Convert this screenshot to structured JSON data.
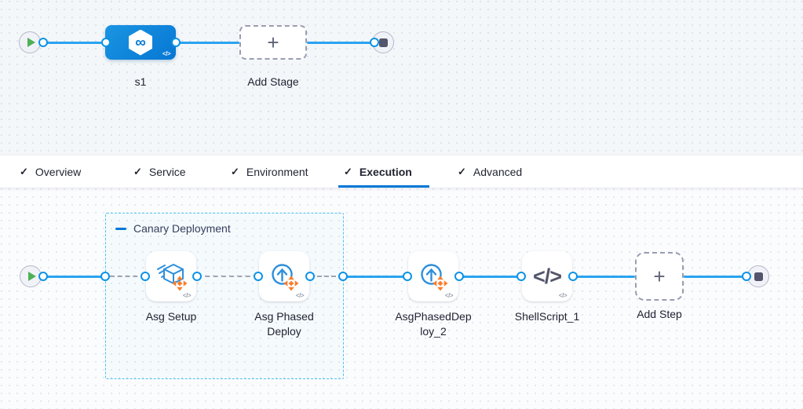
{
  "icons": {
    "plus": "+",
    "check": "✓",
    "infinity": "∞",
    "code": "</>"
  },
  "stage_pipeline": {
    "stage_label": "s1",
    "add_stage_label": "Add Stage"
  },
  "tabs": {
    "items": [
      {
        "label": "Overview",
        "active": false
      },
      {
        "label": "Service",
        "active": false
      },
      {
        "label": "Environment",
        "active": false
      },
      {
        "label": "Execution",
        "active": true
      },
      {
        "label": "Advanced",
        "active": false
      }
    ]
  },
  "execution": {
    "group_label": "Canary Deployment",
    "steps": [
      {
        "label": "Asg Setup",
        "icon": "asg-setup-icon"
      },
      {
        "label": "Asg Phased Deploy",
        "icon": "asg-phased-deploy-icon"
      },
      {
        "label": "AsgPhasedDeploy_2",
        "icon": "asg-phased-deploy-icon"
      },
      {
        "label": "ShellScript_1",
        "icon": "shell-script-icon"
      }
    ],
    "add_step_label": "Add Step"
  },
  "colors": {
    "accent_blue": "#0278d5",
    "connector_blue": "#2aa3f1",
    "port_blue": "#0b93e6",
    "group_border_blue": "#4fc2ec",
    "dashed_gray": "#a0a4b3",
    "orange": "#f97e2c",
    "play_green": "#4fb056",
    "stop_gray": "#52556b"
  }
}
